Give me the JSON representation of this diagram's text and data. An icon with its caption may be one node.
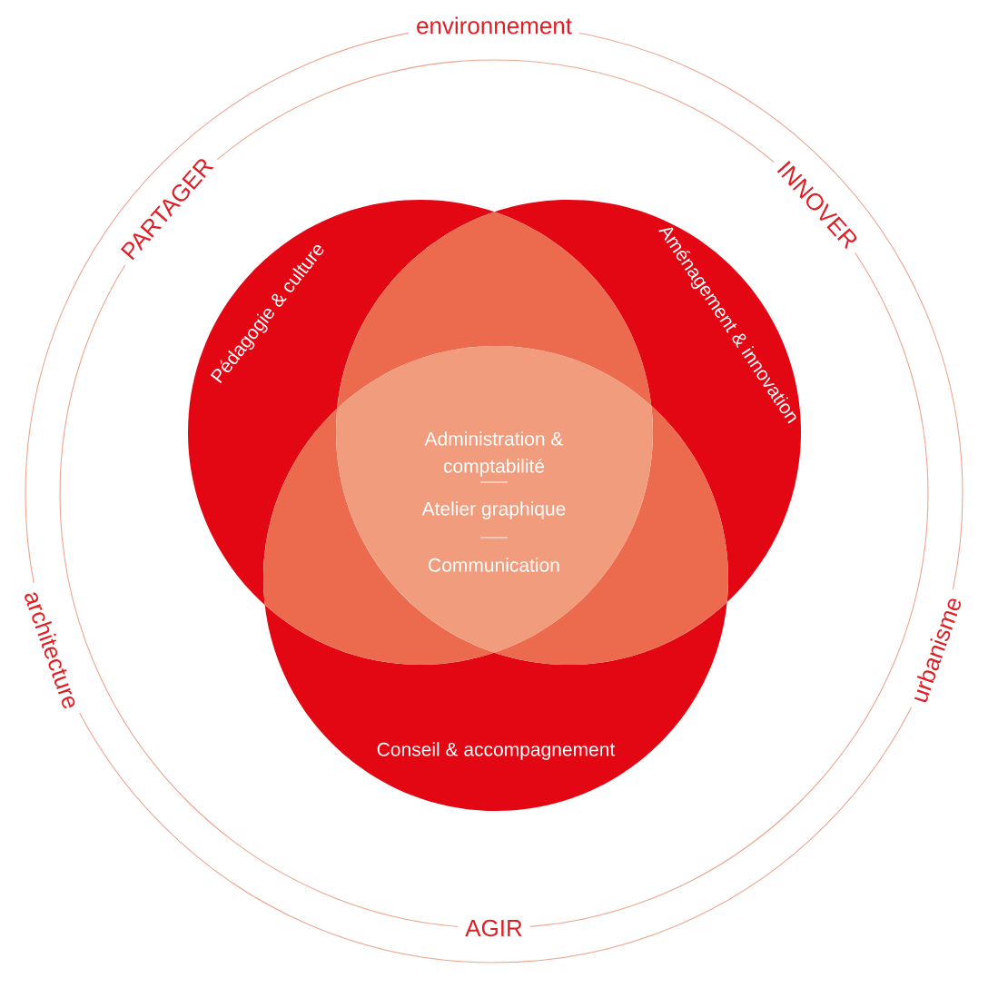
{
  "diagram": {
    "nodes": [
      {
        "text": [
          "Pédagogie & culture"
        ]
      },
      {
        "text": [
          "Aménagement & innovation"
        ]
      },
      {
        "text": [
          "Conseil & accompagnement"
        ]
      }
    ],
    "labels": [
      "environnement",
      "PARTAGER",
      "INNOVER",
      "Administration & comptabilité",
      "Atelier graphique",
      "Communication",
      "architecture",
      "urbanisme",
      "AGIR"
    ]
  }
}
